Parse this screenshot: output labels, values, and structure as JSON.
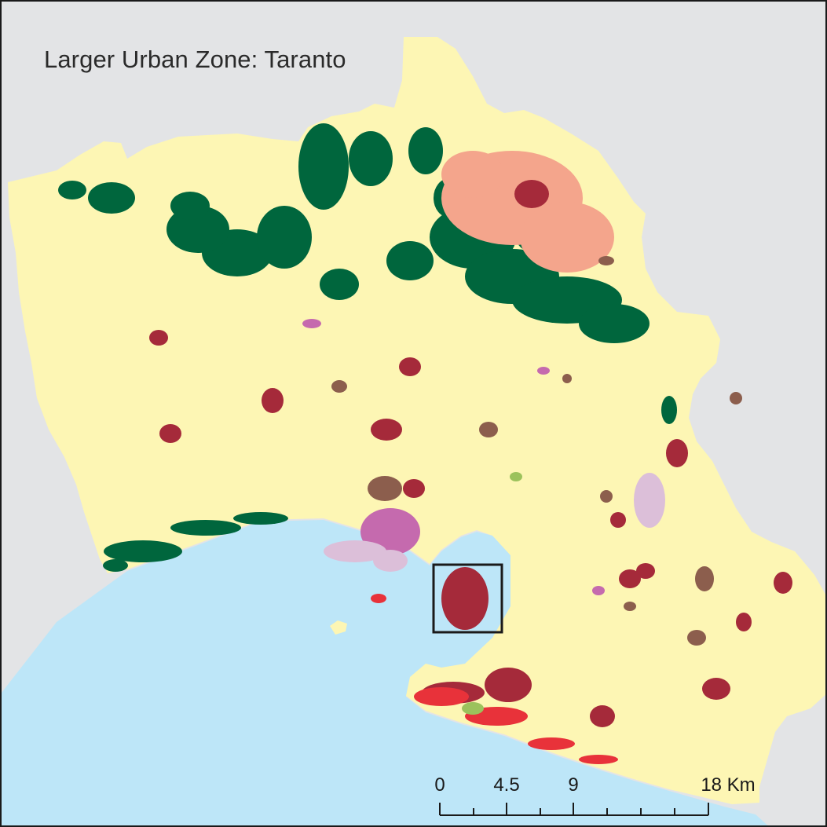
{
  "map": {
    "title": "Larger Urban Zone: Taranto",
    "colors": {
      "background": "#e3e4e6",
      "sea": "#bde6f8",
      "land": "#fdf6b4",
      "forest": "#00663d",
      "urban": "#a52a3a",
      "discontinuous_urban": "#e8323a",
      "peri_urban": "#f4a58c",
      "industrial": "#c56aae",
      "port_industrial": "#dcbfd9",
      "mineral_extraction": "#8c5e4d",
      "green_urban": "#9cc25c",
      "frame": "#1a1a1a"
    },
    "scale_bar": {
      "labels": [
        "0",
        "4.5",
        "9",
        "18 Km"
      ],
      "unit": "Km"
    },
    "inset_box": "focus area"
  }
}
